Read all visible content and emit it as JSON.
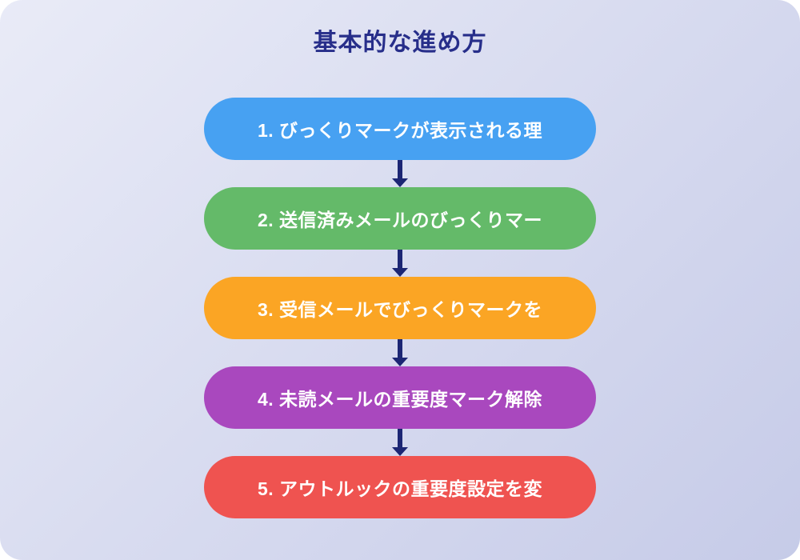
{
  "title": "基本的な進め方",
  "theme": {
    "bg-start": "#e9ebf7",
    "bg-end": "#c6cbe8",
    "title-color": "#272e8a",
    "arrow-color": "#1c2674",
    "step-text-color": "#ffffff"
  },
  "steps": [
    {
      "label": "1. びっくりマークが表示される理",
      "color": "#47a1f2"
    },
    {
      "label": "2. 送信済みメールのびっくりマー",
      "color": "#64ba69"
    },
    {
      "label": "3. 受信メールでびっくりマークを",
      "color": "#fba524"
    },
    {
      "label": "4. 未読メールの重要度マーク解除",
      "color": "#a948be"
    },
    {
      "label": "5. アウトルックの重要度設定を変",
      "color": "#ef5350"
    }
  ]
}
